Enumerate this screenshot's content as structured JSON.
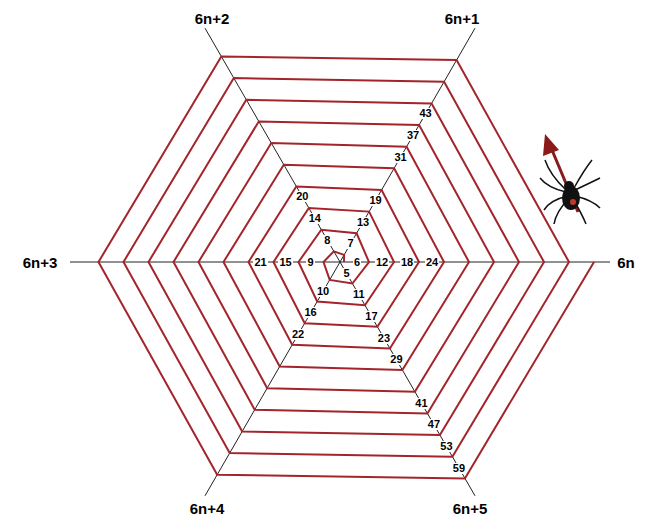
{
  "diagram": {
    "labels": [
      "6n+2",
      "6n+1",
      "6n+3",
      "6n",
      "6n+4",
      "6n+5",
      "43",
      "37",
      "31",
      "20",
      "19",
      "14",
      "13",
      "8",
      "7",
      "21",
      "15",
      "9",
      "6",
      "12",
      "18",
      "24",
      "5",
      "10",
      "11",
      "16",
      "17",
      "22",
      "23",
      "29",
      "41",
      "47",
      "53",
      "59"
    ]
  }
}
